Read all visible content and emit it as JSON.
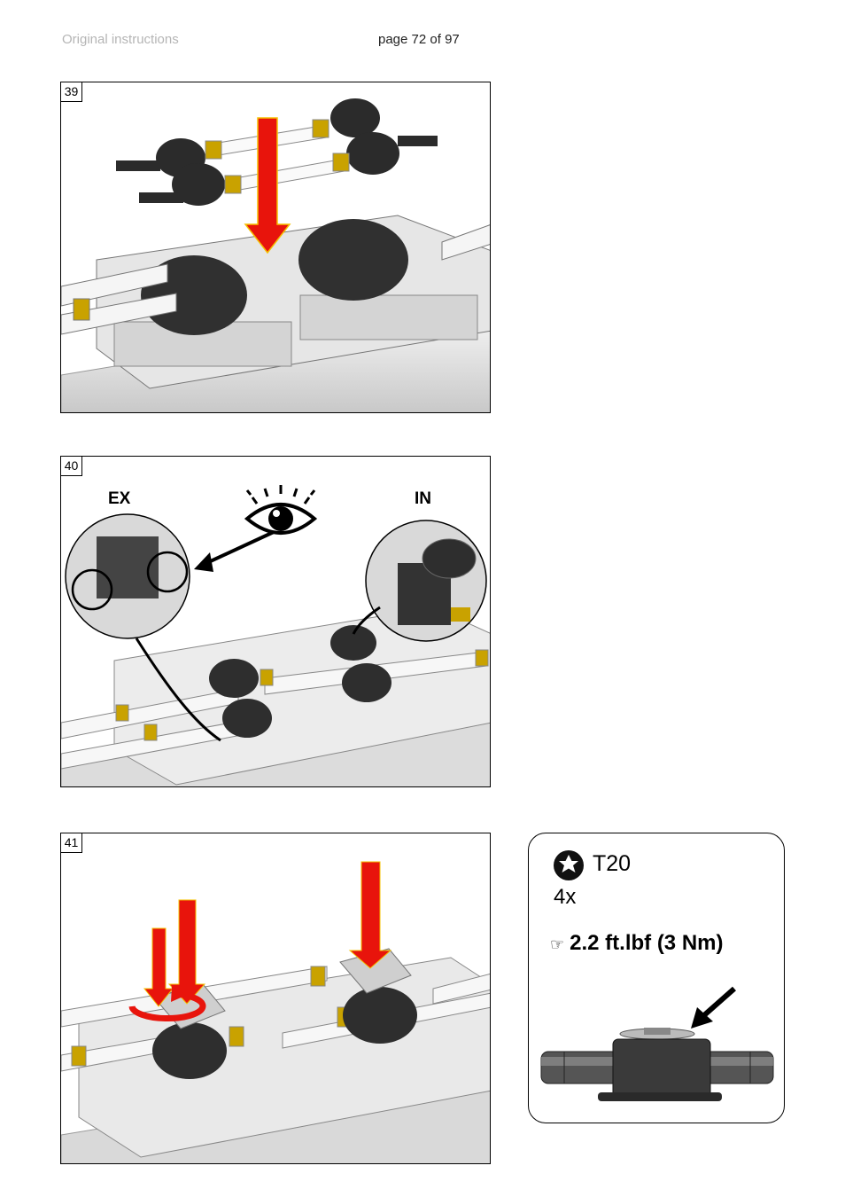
{
  "header": {
    "left": "Original instructions",
    "center": "page 72 of 97"
  },
  "steps": [
    {
      "number": "39"
    },
    {
      "number": "40",
      "label_left": "EX",
      "label_right": "IN"
    },
    {
      "number": "41"
    }
  ],
  "tool_info": {
    "bit": "T20",
    "quantity": "4x",
    "torque": "2.2 ft.lbf (3 Nm)",
    "icon": "torx-star-icon"
  },
  "colors": {
    "arrow_red": "#e8140c",
    "brass": "#c9a200",
    "dark_part": "#2b2b2b"
  }
}
